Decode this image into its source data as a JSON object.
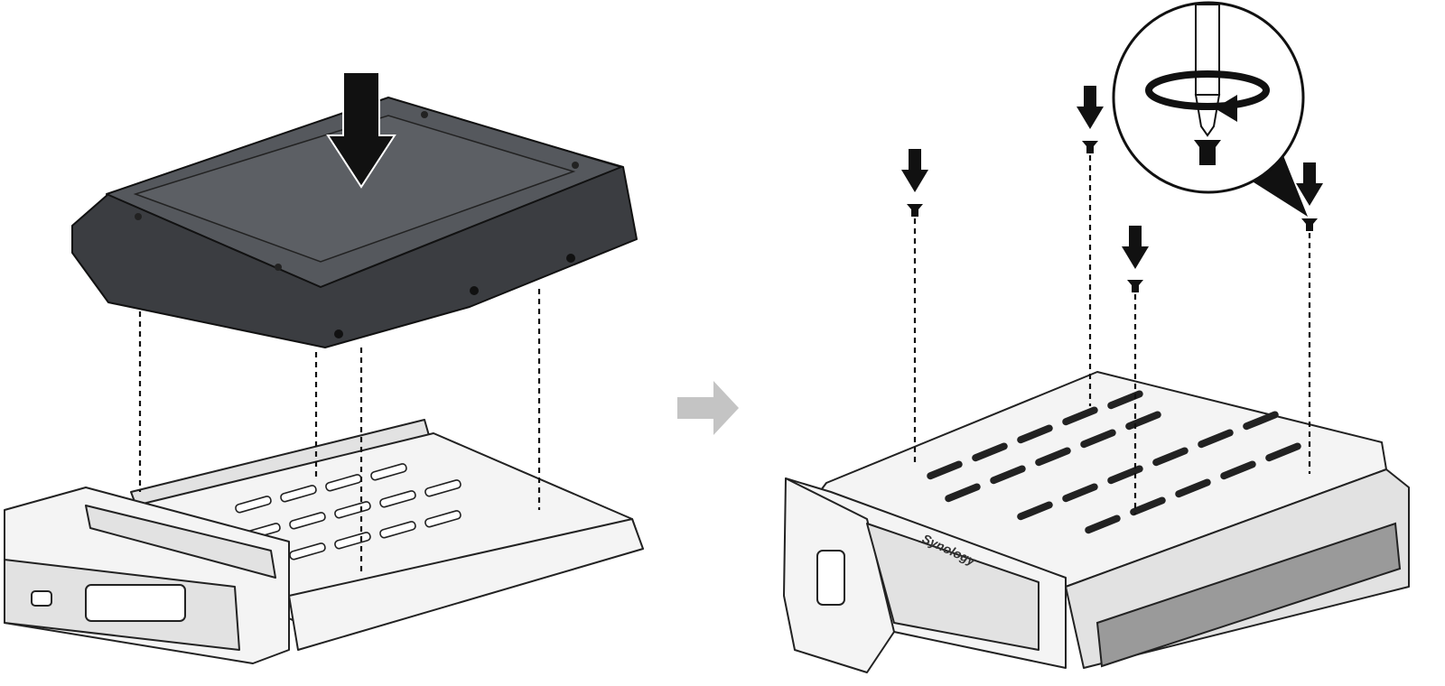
{
  "figure": {
    "steps": [
      {
        "step": "place-drive-into-tray",
        "icon": "arrow-down-icon"
      },
      {
        "step": "fasten-screws",
        "icon": "screwdriver-rotate-icon",
        "screw_count": 4
      }
    ],
    "transition_icon": "arrow-right-icon",
    "tray_logo": "Synology",
    "colors": {
      "drive": "#3b3d41",
      "tray": "#f4f4f4",
      "arrow": "#111111",
      "transition_arrow": "#c4c4c4"
    }
  }
}
